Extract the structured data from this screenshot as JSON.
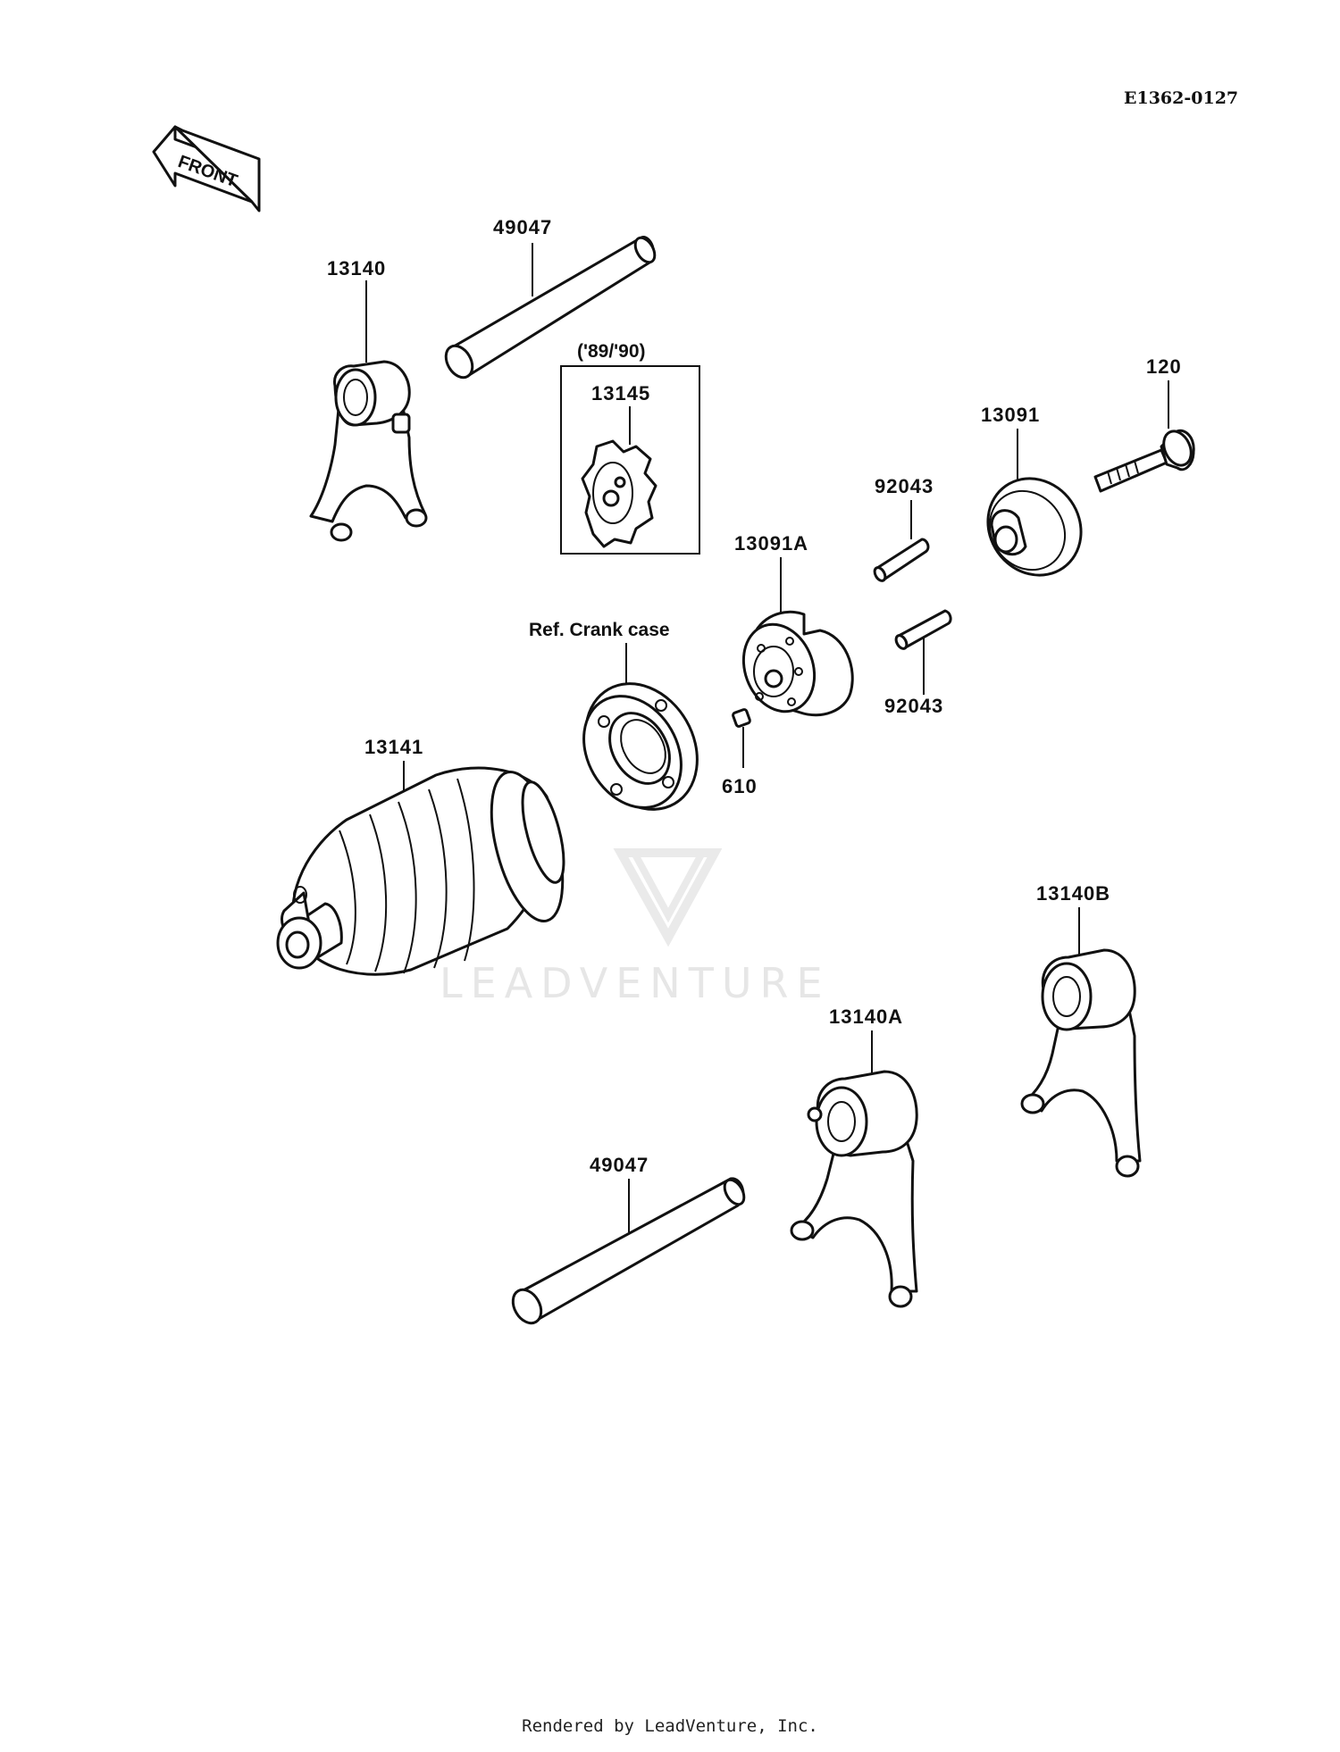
{
  "diagram_code": "E1362-0127",
  "front_arrow_label": "FRONT",
  "watermark": "LEADVENTURE",
  "labels": {
    "rod_top": "49047",
    "fork_top": "13140",
    "variant_note": "('89/'90)",
    "plate_boxed": "13145",
    "bolt": "120",
    "plate_13091": "13091",
    "pin_upper": "92043",
    "plate_13091a": "13091A",
    "pin_lower": "92043",
    "crank_ref": "Ref. Crank case",
    "dowel": "610",
    "drum": "13141",
    "fork_b": "13140B",
    "fork_a": "13140A",
    "rod_bottom": "49047"
  },
  "footer": "Rendered by LeadVenture, Inc."
}
